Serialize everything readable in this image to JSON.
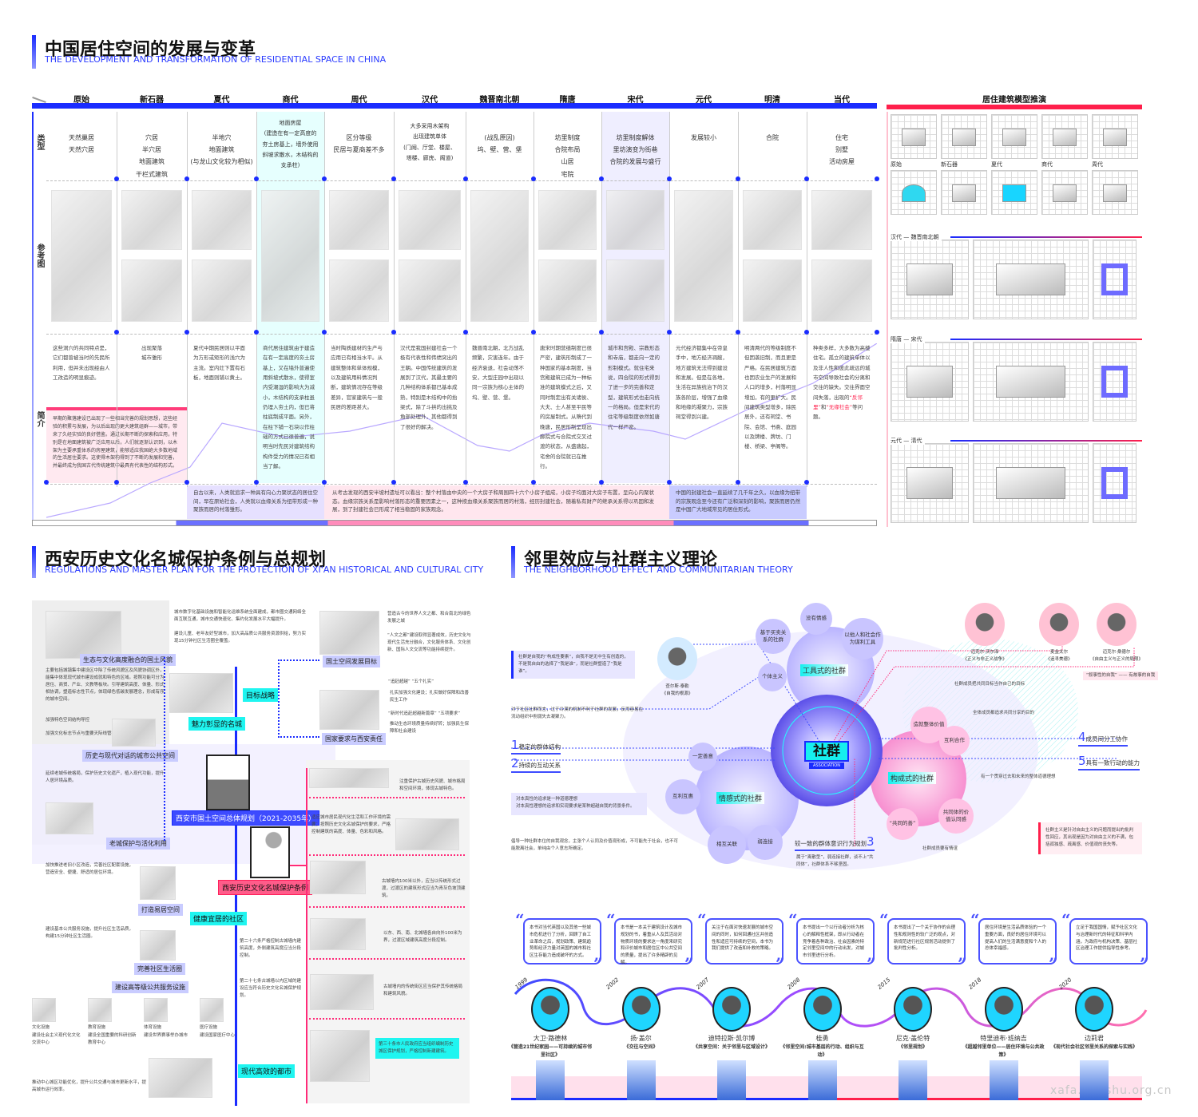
{
  "s1": {
    "title": "中国居住空间的发展与变革",
    "subtitle": "THE DEVELOPMENT AND TRANSFORMATION OF RESIDENTIAL SPACE IN CHINA",
    "row_labels": [
      "类型",
      "参考图",
      "简介"
    ],
    "eras": [
      "原始",
      "新石器",
      "夏代",
      "商代",
      "周代",
      "汉代",
      "魏晋南北朝",
      "隋唐",
      "宋代",
      "元代",
      "明清",
      "当代"
    ],
    "types": [
      "天然巢居\n天然穴居",
      "穴居\n半穴居\n地面建筑\n干栏式建筑",
      "半地穴\n地面建筑\n(与龙山文化较为相似)",
      "地面房屋\n(建造在有一定高度的\n夯土房基上，墙外使用\n斜坡求散水，木结构的\n支承柱)",
      "区分等级\n民居与夏商差不多",
      "大多采用木架构\n出现建筑单体\n(门阙、厅堂、楼屋、\n塔楼、廊庑、阁道)",
      "(战乱原因)\n坞、壁、营、堡",
      "坊里制度\n合院布局\n山居\n宅院",
      "坊里制度解体\n里坊演变为街巷\n合院的发展与盛行",
      "发展较小",
      "合院",
      "住宅\n别墅\n活动房屋"
    ],
    "intros": [
      "这些洞穴的共同特点是，它们都曾被当时的先民所利用，但并未出现经由人工改造的明显痕迹。",
      "出现聚落\n城市雏形",
      "夏代中期民居则以平面为方形或矩形的浅穴为主流。室内灶下置有石板，地面则铺以黄土。",
      "商代居住建筑由于建造在有一定高度的夯土房基上，又在墙外普遍使用斜坡式散水，使得室内受潮湿的影响大为减小，木结构的支承柱虽仍埋入夯土内，但已将柱底制成平面。另外，在柱下铺一石块以作柱础的方式已很普遍，说明当时先民对建筑结构构件受力的情况已有相当了解。",
      "当时陶质建材的生产与应用已有相当水平。从建筑整体和单体规模，以及建筑用料情况判断，建筑情况存在等级差异，官家建筑与一般民居的差距甚大。",
      "汉代是我国封建社会一个极有代表性和伟绩突出的王朝。中国传统建筑的发展到了汉代，其最主要的几种结构体系都已基本成熟，特别是木结构中的抬梁式，除了斗拱的出挑及角部处理外，其他都得到了很好的解决。",
      "魏晋南北朝，北方战乱频繁，灾害连年。由于经济衰退，社会动荡不安，大型庄园中出现以同一宗族为核心主体的坞、壁、营、堡。",
      "唐宋时期营缮制度已很严密，建筑形制成了一种国家的基本制度，当宫殿建筑已成为一种标准的建筑模式之后，又同时制定出有关诸侯、大夫、士人甚至平民等的房屋制式。从隋代到晚唐，民居形制呈现出廊院式与合院式交叉过渡的状态，从盛唐起，宅舍的合院就已在推行。",
      "城市和宫殿、宗教形态和寺庙，都走向一定的形制模式。就住宅来说，四合院的形式得到了进一步的完善和定型，建筑形式也走向统一的格局。但是宋代的住宅等级制度依然如唐代一样严密。",
      "元代经济都集中在帝皇手中，地方经济凋敝，地方建筑无法得到建设和发展。但是在各地，生活在异族统治下的汉族各阶层，增强了血缘和地缘的凝聚力，宗族祠堂得到兴建。",
      "明清两代的等级制度不但因袭旧制，而且更是严格。在民居建筑方面也因农业生产的发展和人口的增多，村落明显增加，有的更扩大。民间建筑类型增多，除民居外，还有祠堂、书院、会馆、书斋、庭园以及牌楼、牌坊、门楼、桥梁、亭阁等。"
    ],
    "modern_intro": {
      "main": "种类多样，大多数为高楼住宅。孤立的建筑单体以及非人性和彼此疏远的城市空间导致社会的分离和交往的缺失。交往界面空间失落，出现的",
      "red1": "“反邻里”",
      "and": "和",
      "red2": "“无缘社会”",
      "end": "等问题。"
    },
    "pink_note": "早期的聚落建设已出现了一些相当完善的规划思想，这些经验的积累与发展，为以后出现的更大建筑组群——城市，带来了久经实验的良好借鉴。通过长期不断的探索和应用，特别是在地面建筑被广泛应用以后，人们就逐渐认识到，以木架为主要承重体系的房屋建筑，能够适应我国绝大多数地域的生活居住要求。这使得木架构得到了不断的发展和完善，并最终成为我国古代传统建筑中最具有代表性的结构形式。",
    "banners": [
      "自古以来，人类就追求一种具有向心力聚状态的居住空间，早在原始社会，人类就以血缘关系为纽带形成一种聚族而居的村落雏形。",
      "从考古发现的西安半坡村遗址可以看出：整个村落由中央的一个大房子和周围四十六个小房子组成，小房子均面对大房子布置，呈向心内聚状态。血缘宗族关系是影响村落形态的重要因素之一，这种按血缘关系聚族而居的村落，经历封建社会，随着私有财产的继承关系得以巩固和发展，到了封建社会已形成了相当稳固的家族观念。",
      "中国的封建社会一直延续了几千年之久，以血缘为纽带的宗族观念至今还有广泛和深刻的影响，聚族而居仍然是中国广大地域常见的居住形式。"
    ],
    "model": {
      "title": "居住建筑模型推演",
      "thumb_labels": [
        "原始",
        "新石器",
        "夏代",
        "商代",
        "周代"
      ],
      "sections": [
        "汉代 — 魏晋南北朝",
        "隋唐 — 宋代",
        "元代 — 清代"
      ]
    },
    "colors": {
      "blue": "#1a2cff",
      "red": "#ff1f4b",
      "cyan": "#e6fffe",
      "lavender": "#efeeff"
    }
  },
  "s2": {
    "title": "西安历史文化名城保护条例与总规划",
    "subtitle": "REGULATIONS AND MASTER PLAN FOR THE PROTECTION OF XI'AN HISTORICAL AND CULTURAL CITY",
    "tags": {
      "eco": "生态与文化高度融合的国土风貌",
      "public": "历史与现代对话的城市公共空间",
      "old": "老城保护与活化利用",
      "goal": "目标战略",
      "charm": "魅力彰显的名城",
      "target": "国土空间发展目标",
      "national": "国家要求与西安责任",
      "plan": "西安市国土空间总体规划（2021-2035年）",
      "reg": "西安历史文化名城保护条例",
      "live": "打造易居空间",
      "health": "健康宜居的社区",
      "circle": "完善社区生活圈",
      "facility": "建设高等级公共服务设施",
      "modern": "现代高效的都市"
    },
    "texts": {
      "eco": "主要包括城镇集中建设区中除了传统风貌区及风貌协调区外，能集中体现现代城市建设成就和特色的区域。按照功能可分为居住、商贸、产业、文教等板块。引导建筑高度、体量、形式相协调，塑造标志性节点，体现绿色低碳发展理念，形成有序的城市空间。",
      "struct1": "加强特色空间结构导控",
      "struct2": "加强文化标志节点与重要天际线管控",
      "top1": "城市数字化基础设施和智能化运维系统全面建成，都市圈交通网络全面互联互通，城市交通快速化、集约化发展水平大幅提升。",
      "top2": "建设儿童、老年友好型城市，加大高品质公共服务资源供给，努力实现15分钟社区生活圈全覆盖。",
      "goal1": "营造古今的世界人文之都、和合南北的绿色发展之城",
      "goal2": "“人文之都”建设取得显著成效，历史文化与现代生活充分融合，文化服务体系、文化创新、国际人文交流等功能持续提升。",
      "nat1": "“追赶超越” “五个扎实”",
      "nat2": "扎实加强文化建设；扎实做好保障和改善民生工作",
      "nat3": "“新时代追赶超越新篇章” “五项要求”",
      "nat4": "推动生态环境质量持续好转；加强民生保障和社会建设",
      "reg1": "注重保护古城历史风貌、城市格局和空间环境，体现古城特色。",
      "reg2": "适应城市居民现代化生活和工作环境的需要；按照历史文化名城保护的要求，严格控制建筑的高度、体量、色彩和风格。",
      "reg3": "古城墙内100米以外，应当以传统形式过渡，过渡区的建筑形式应当为青灰色坡顶建筑。",
      "reg4": "以东、西、南、北城墙各自向外100米为界，过渡区域建筑高度分段控制。",
      "reg5": "古城墙内的传统街区应当保护其传统格局和建筑风貌。",
      "reg6": "第三十条市人民政府应当组织编制历史城区保护规划，严格控制新建建筑。",
      "art26": "第二十六条严格控制古城墙内建筑高度，外侧建筑高度应当分段控制。",
      "art27": "第二十七条古城墙以内区域的建设应当符合历史文化名城保护规划。",
      "old": "延续老城传统格局，保护历史文化遗产，植入现代功能，提升人居环境品质。",
      "live": "加快推进老旧小区改造，完善社区配套设施，营造安全、便捷、舒适的居住环境。",
      "circle": "建设基本公共服务设施，提升社区生活品质，构建15分钟社区生活圈。",
      "bottom": "推动中心城区功能优化，提升公共交通与城市更新水平，提高城市运行效率。"
    },
    "facilities": [
      {
        "name": "文化设施",
        "desc": "建设社会主义现代化文化交流中心"
      },
      {
        "name": "教育设施",
        "desc": "建设全国重要的科研创新教育中心"
      },
      {
        "name": "体育设施",
        "desc": "建设世界赛事举办城市"
      },
      {
        "name": "医疗设施",
        "desc": "建设国家医疗中心"
      }
    ]
  },
  "s3": {
    "title": "邻里效应与社群主义理论",
    "subtitle": "THE NEIGHBORHOOD EFFECT AND COMMUNITARIAN THEORY",
    "center": {
      "label": "社群",
      "en": "ASSOCIATION"
    },
    "main_bubbles": [
      "工具式的社群",
      "情感式的社群",
      "构成式的社群"
    ],
    "small_bubbles": [
      "没有情感",
      "基于买卖关系的社群",
      "以他人和社会作为谋利工具",
      "个体主义",
      "一定善意",
      "互利互惠",
      "相互关联",
      "弱连接",
      "造就整体价值",
      "互利合作",
      "共同体的价值认同感",
      "“共同的善”"
    ],
    "features": [
      {
        "n": "1",
        "t": "稳定的群体结构"
      },
      {
        "n": "2",
        "t": "持续的互动关系"
      },
      {
        "n": "3",
        "t": "较一致的群体意识行为规划"
      },
      {
        "n": "4",
        "t": "成员间分工协作"
      },
      {
        "n": "5",
        "t": "具有一致行动的能力"
      }
    ],
    "notes": {
      "quote": "社群是自我的“构成性要素”，自我不是无中生有创造的，不是我自由的选择了“我是谁”，而是社群塑造了“我是谁”。",
      "cold": "对于社区社群而言，过于冷漠的机制不利于社群的发展，反而容易在流动组织中削弱失去凝聚力。",
      "auth1": "对本真性的追求是一种道德理想",
      "auth2": "对本真性理想的追求和实现要求是某种超越自我的背景条件。",
      "self": "倡导一种社群本位的自我观念，主张个人认同及价值观形成，不可能先于社会，也不可能脱离社会，单纯由个人意志所确定。",
      "weak": "属于“离散型”，弱连接社群，谈不上“共同体”，社群体系不够坚固。",
      "goal": "社群成员把共同目标当作自己的目标",
      "share": "全体成员都追求共同分享的目的",
      "moral": "有一个贯穿过去和未来的整体道德理想",
      "friend": "社群成员要有情谊",
      "narrative": "“叙事性的自我” —— 有故事的自我",
      "critique": "社群主义是针对自由主义的问题而提出的批判性回应，其出现是因为对自由主义的不满，包括孤独感、疏离感、价值观的丧失等。"
    },
    "thinkers": [
      {
        "name": "查尔斯·泰勒",
        "book": "《自我的根源》"
      },
      {
        "name": "迈克尔·沃尔泽",
        "book": "《正义与非正义战争》"
      },
      {
        "name": "麦金太尔",
        "book": "《追寻美德》"
      },
      {
        "name": "迈克尔·桑德尔",
        "book": "《自由主义与正义的局限》"
      }
    ],
    "cards": [
      "本书对当代英国以及其他一些城市危机进行了分析，回顾了自工业革命之后，规划政策、建筑趋势和经济力量对英国的城市和社区生存能力造成破坏的方式。",
      "本书是一本关于建筑设计及城市规划的书，着重从人及其活动对物质环境的要求这一角度来研究和评价城市和居住区中公共空间的质量，提出了许多精辟的见解。",
      "关注于在面对快速发展的城市空间的同时，如何回通社区并创造性和适应可持续的空间，本书为我们提供了改造和补救的策略。",
      "本书提出一个以行动者分析为核心的解释性框架，即从行动者在竞争着各种政治、社会因素的特定邻里空间中的行动出发，对城市邻里进行分析。",
      "本书提出了一个关于协作的合理性和规则性的较广泛的观点，对新规范进行社区规划活动提供了批判性分析。",
      "居住环境是生活品质体验的一个重要方面，良好的居住环境可以提高人们的生活满意度和个人的总体幸福感。",
      "立足于我国国情，赋予社区文化与治理新时代的特征和科学内涵，为政府与机构决策、基层社区治理工作提供指导性参考。"
    ],
    "timeline": [
      {
        "year": "1999",
        "name": "大卫·路德林",
        "book": "《营造21世纪家园——可持续的城市邻里社区》"
      },
      {
        "year": "2002",
        "name": "扬·盖尔",
        "book": "《交往与空间》"
      },
      {
        "year": "2007",
        "name": "迪特拉斯·凯尔博",
        "book": "《共享空间：关于邻里与区域设计》"
      },
      {
        "year": "2008",
        "name": "桂勇",
        "book": "《邻里空间:城市基层的行动、组织与互动》"
      },
      {
        "year": "2015",
        "name": "尼克·盖伦特",
        "book": "《邻里规划》"
      },
      {
        "year": "2018",
        "name": "特里迪布·班纳吉",
        "book": "《超越邻里单位——居住环境与公共政策》"
      },
      {
        "year": "2020",
        "name": "边莉君",
        "book": "《现代社会社区邻里关系的探索与实践》"
      }
    ]
  },
  "watermark": "xafa.meishu.org.cn"
}
